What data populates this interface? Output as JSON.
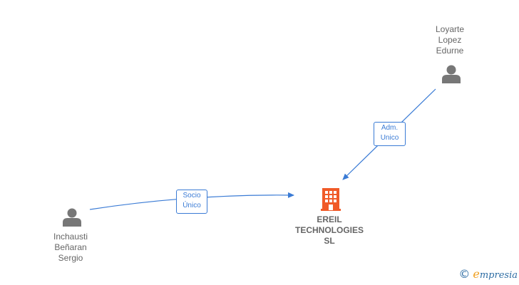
{
  "nodes": {
    "person_top": {
      "label_lines": [
        "Loyarte",
        "Lopez",
        "Edurne"
      ],
      "icon": "person-icon"
    },
    "person_left": {
      "label_lines": [
        "Inchausti",
        "Beñaran",
        "Sergio"
      ],
      "icon": "person-icon"
    },
    "company": {
      "label_lines": [
        "EREIL",
        "TECHNOLOGIES",
        "SL"
      ],
      "icon": "building-icon"
    }
  },
  "edges": [
    {
      "from": "person_top",
      "to": "company",
      "label_lines": [
        "Adm.",
        "Unico"
      ]
    },
    {
      "from": "person_left",
      "to": "company",
      "label_lines": [
        "Socio",
        "Único"
      ]
    }
  ],
  "brand": {
    "symbol": "©",
    "first_letter": "e",
    "rest": "mpresia"
  },
  "colors": {
    "edge": "#3a7bd5",
    "person": "#777777",
    "company": "#f05a28",
    "text": "#666666"
  }
}
